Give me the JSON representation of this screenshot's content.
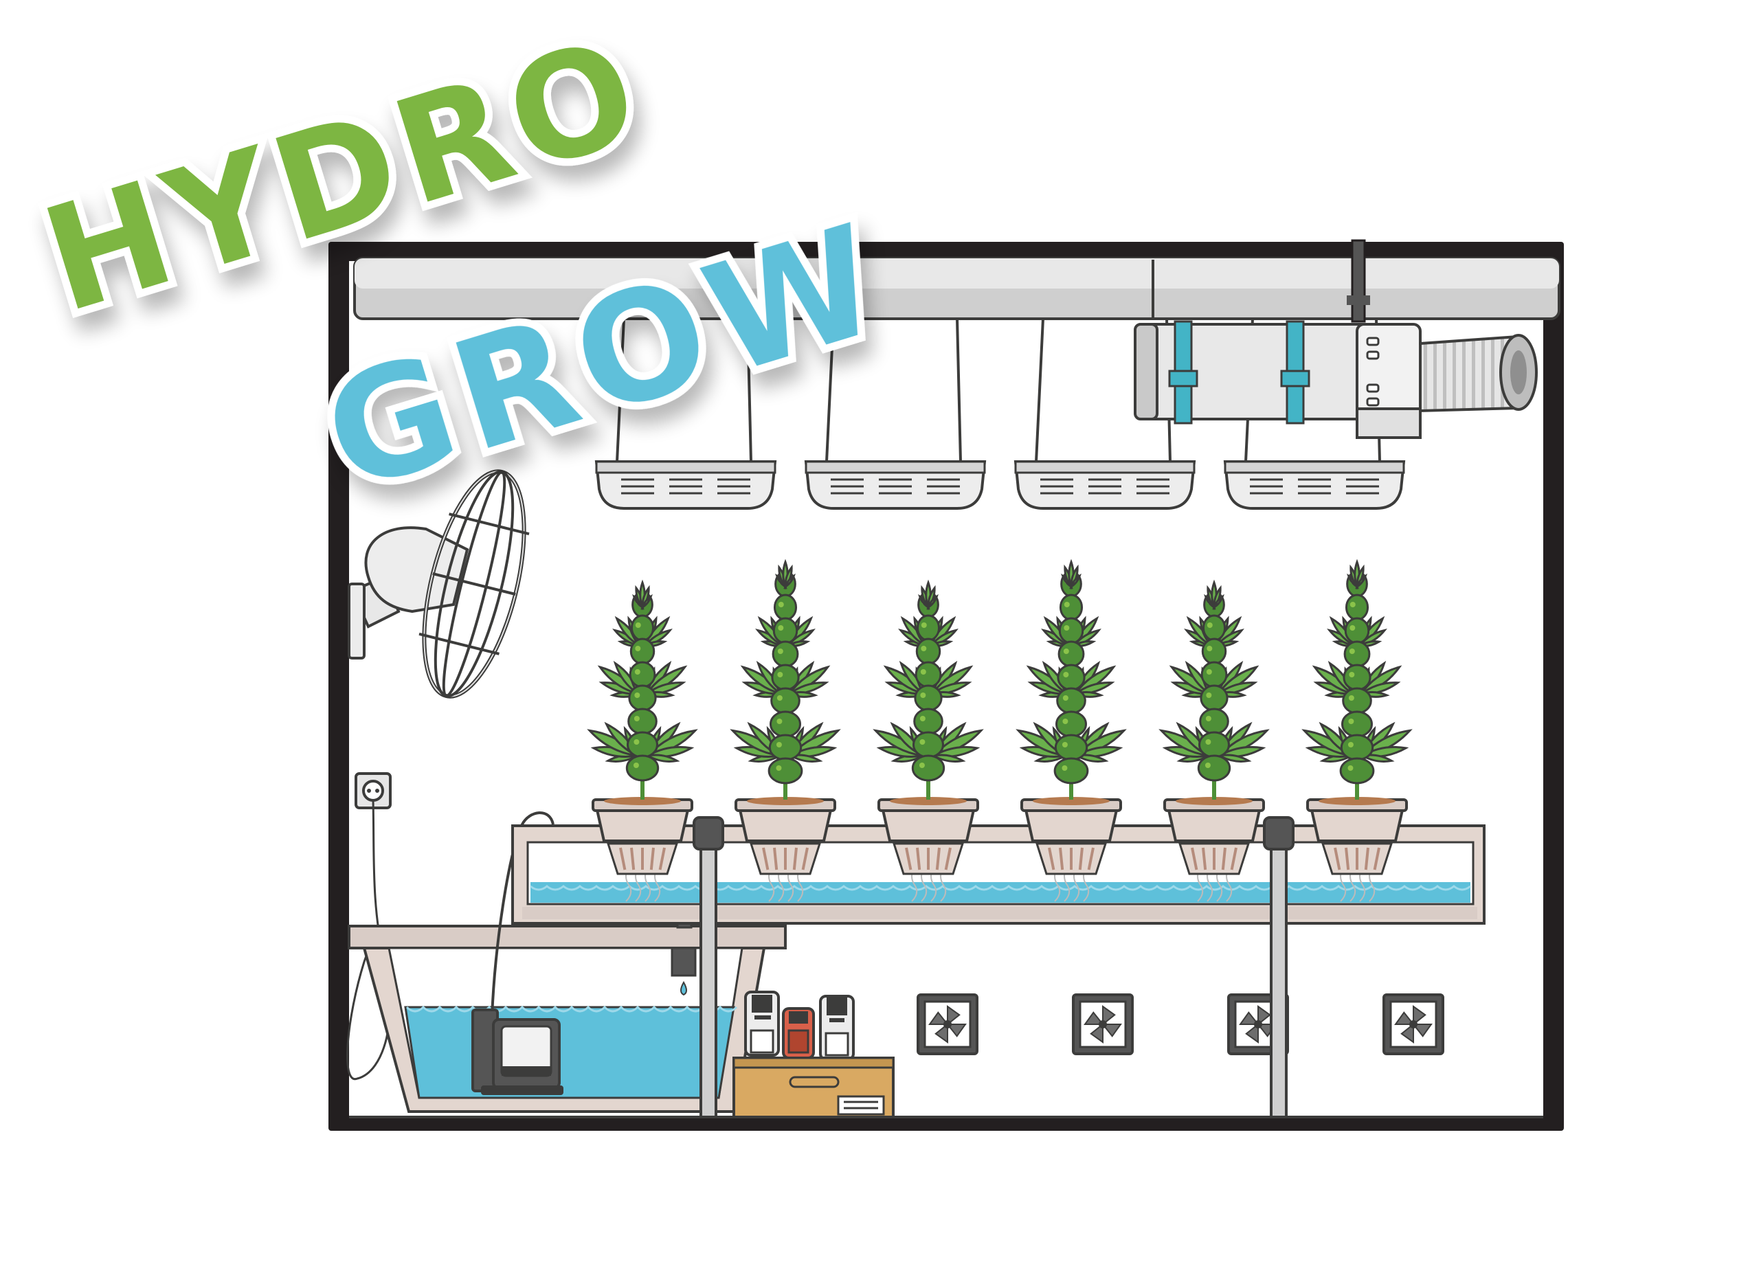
{
  "title": {
    "line1": "HYDRO",
    "line2": "GROW",
    "line1_color": "#7db642",
    "line2_color": "#5ec0da"
  },
  "colors": {
    "tent_frame": "#231f20",
    "outline": "#3c3c3b",
    "water": "#5ec0da",
    "water_light": "#9ed9ea",
    "leaf": "#6ab04c",
    "leaf_dark": "#4e8f37",
    "pot": "#e3d6cf",
    "tray": "#d9ccc6",
    "metal": "#d5d5d5",
    "strap": "#43b4c6",
    "box": "#d9a962"
  },
  "icons": {
    "oscillating_fan": "fan-icon",
    "wall_socket": "power-outlet-icon",
    "exhaust_fan": "vent-fan-icon",
    "grow_light": "led-light-icon",
    "pump": "water-pump-icon",
    "nutrient_bottle": "bottle-icon"
  },
  "scene": {
    "light_count": 4,
    "plant_count": 6,
    "vent_count": 4,
    "bottle_count": 3
  }
}
